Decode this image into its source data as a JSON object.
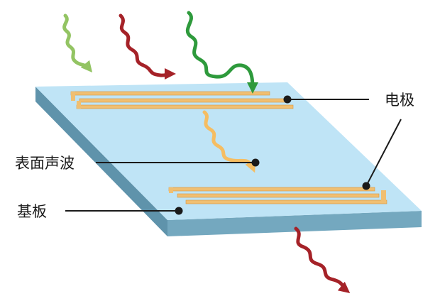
{
  "labels": {
    "electrode": "电极",
    "surface_wave": "表面声波",
    "substrate": "基板"
  },
  "colors": {
    "substrate_top": "#bfe4f6",
    "substrate_front": "#74a8bf",
    "substrate_side": "#5f93ab",
    "electrode_fill": "#f0bf72",
    "electrode_stroke": "#d9963c",
    "wave_light_green": "#93c463",
    "wave_dark_red": "#a52228",
    "wave_green": "#2e9a3c",
    "wave_orange": "#f5bd62",
    "leader_line": "#1a1a1a"
  }
}
